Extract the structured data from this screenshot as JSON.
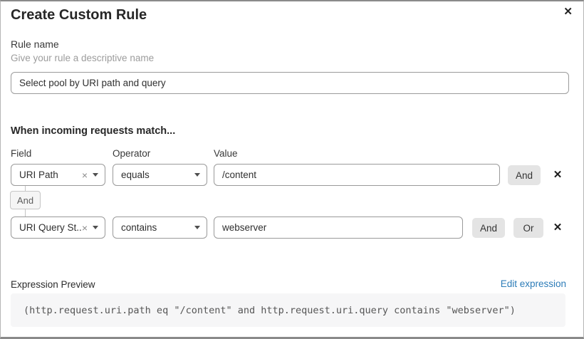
{
  "dialog": {
    "title": "Create Custom Rule"
  },
  "icons": {
    "close": "✕",
    "clear": "×",
    "remove": "✕"
  },
  "rule_name": {
    "label": "Rule name",
    "helper": "Give your rule a descriptive name",
    "value": "Select pool by URI path and query"
  },
  "match": {
    "heading": "When incoming requests match...",
    "columns": {
      "field": "Field",
      "operator": "Operator",
      "value": "Value"
    },
    "connector_label": "And",
    "conditions": [
      {
        "field": "URI Path",
        "operator": "equals",
        "value": "/content",
        "and_label": "And"
      },
      {
        "field": "URI Query St...",
        "operator": "contains",
        "value": "webserver",
        "and_label": "And",
        "or_label": "Or"
      }
    ]
  },
  "expression": {
    "label": "Expression Preview",
    "edit_link": "Edit expression",
    "code": "(http.request.uri.path eq \"/content\" and http.request.uri.query contains \"webserver\")"
  },
  "colors": {
    "link_blue": "#2c7cb8",
    "button_gray": "#e4e4e4",
    "border_gray": "#9a9a9a"
  }
}
